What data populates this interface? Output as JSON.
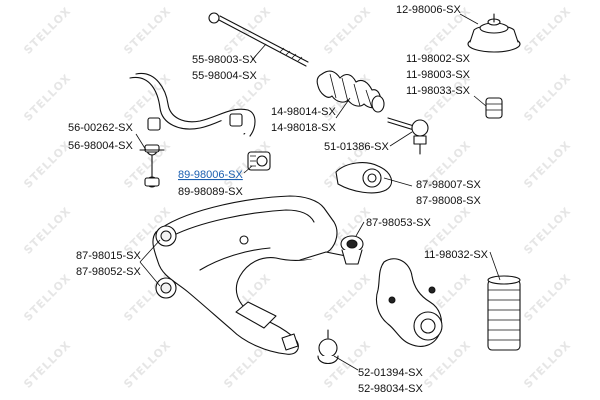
{
  "watermark": {
    "text": "STELLOX",
    "rows": 6,
    "cols": 6
  },
  "colors": {
    "highlight": "#1c5fb0",
    "text": "#111111",
    "watermark": "#e6e6e6"
  },
  "callouts": [
    {
      "id": "strut-mount",
      "lines": [
        "12-98006-SX"
      ],
      "highlighted": false
    },
    {
      "id": "tie-rod-inner",
      "lines": [
        "55-98003-SX",
        "55-98004-SX"
      ],
      "highlighted": false
    },
    {
      "id": "bump-stop",
      "lines": [
        "11-98002-SX",
        "11-98003-SX",
        "11-98033-SX"
      ],
      "highlighted": false
    },
    {
      "id": "steering-boot",
      "lines": [
        "14-98014-SX",
        "14-98018-SX"
      ],
      "highlighted": false
    },
    {
      "id": "stabilizer-link",
      "lines": [
        "56-00262-SX",
        "56-98004-SX"
      ],
      "highlighted": false
    },
    {
      "id": "tie-rod-end",
      "lines": [
        "51-01386-SX"
      ],
      "highlighted": false
    },
    {
      "id": "stabilizer-bushing",
      "lines": [
        "89-98006-SX",
        "89-98089-SX"
      ],
      "highlighted": true
    },
    {
      "id": "arm-rear-bushing",
      "lines": [
        "87-98007-SX",
        "87-98008-SX"
      ],
      "highlighted": false
    },
    {
      "id": "ball-joint-bushing",
      "lines": [
        "87-98053-SX"
      ],
      "highlighted": false
    },
    {
      "id": "arm-front-bushing",
      "lines": [
        "87-98015-SX",
        "87-98052-SX"
      ],
      "highlighted": false
    },
    {
      "id": "shock-boot",
      "lines": [
        "11-98032-SX"
      ],
      "highlighted": false
    },
    {
      "id": "ball-joint",
      "lines": [
        "52-01394-SX",
        "52-98034-SX"
      ],
      "highlighted": false
    }
  ]
}
